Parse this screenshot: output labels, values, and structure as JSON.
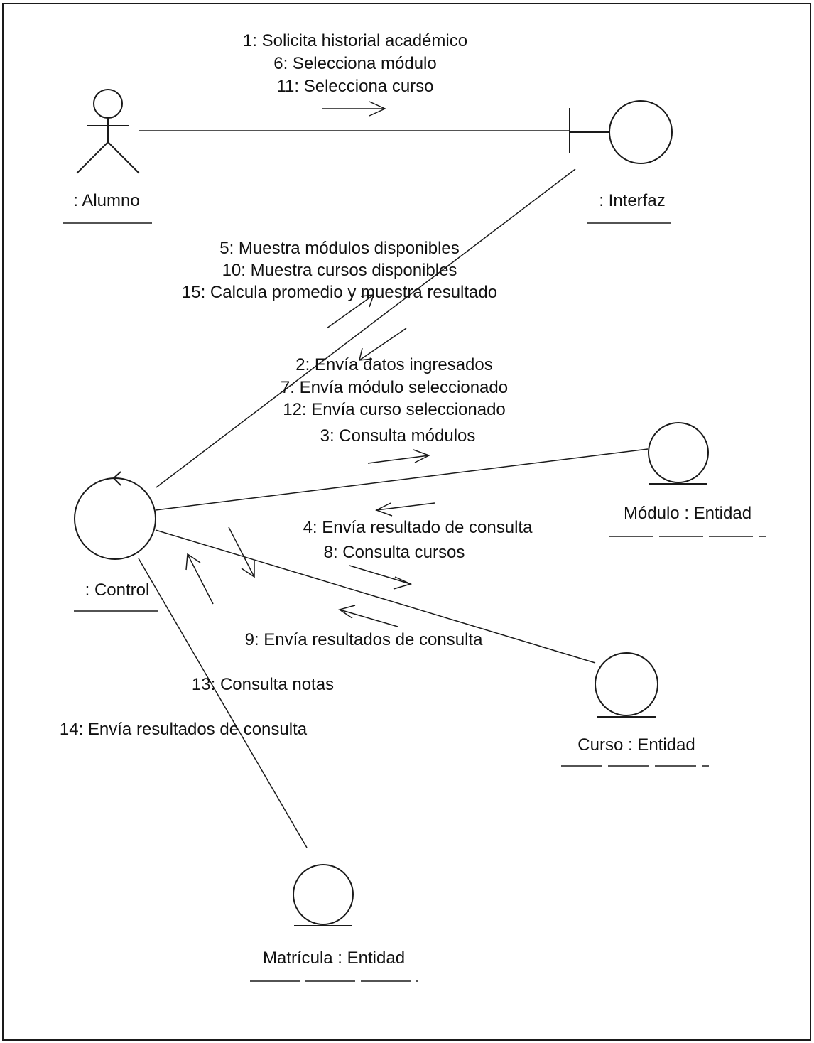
{
  "actors": {
    "alumno": ": Alumno",
    "interfaz": ": Interfaz",
    "control": ": Control",
    "modulo": "Módulo : Entidad",
    "curso": "Curso : Entidad",
    "matricula": "Matrícula : Entidad"
  },
  "messages": {
    "alumno_to_interfaz": [
      "1: Solicita historial académico",
      "6: Selecciona módulo",
      "11: Selecciona curso"
    ],
    "control_to_interfaz": [
      "5: Muestra módulos disponibles",
      "10: Muestra cursos disponibles",
      "15: Calcula promedio y muestra resultado"
    ],
    "interfaz_to_control": [
      "2: Envía datos ingresados",
      "7: Envía módulo seleccionado",
      "12: Envía curso seleccionado"
    ],
    "control_to_modulo": "3: Consulta módulos",
    "modulo_to_control": "4: Envía resultado de consulta",
    "control_to_curso": "8: Consulta cursos",
    "curso_to_control": "9: Envía resultados de consulta",
    "control_to_matricula": "13: Consulta notas",
    "matricula_to_control": "14: Envía resultados de consulta"
  },
  "colors": {
    "line": "#1a1a1a",
    "text": "#111111",
    "background": "#ffffff"
  }
}
